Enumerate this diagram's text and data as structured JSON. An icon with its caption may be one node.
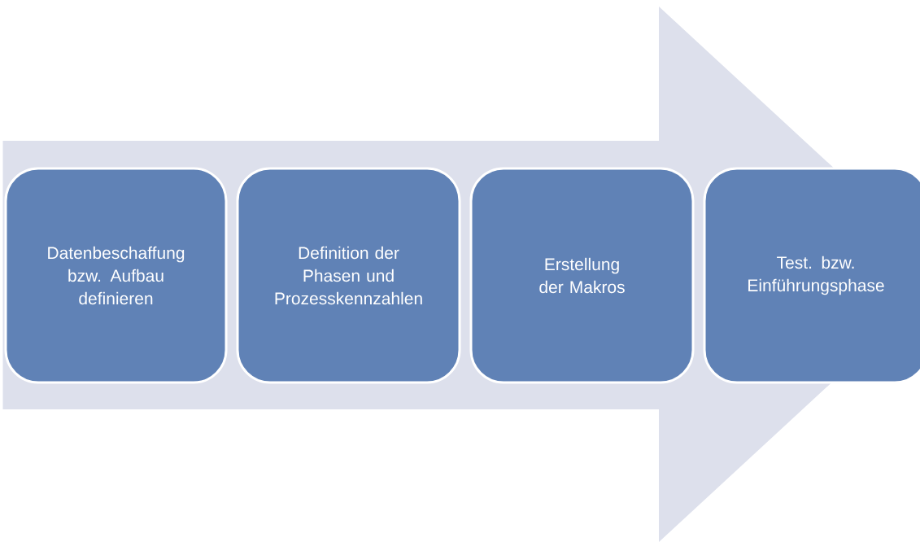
{
  "diagram": {
    "nodes": [
      {
        "text": [
          "Datenbeschaffung bzw. Aufbau definieren"
        ]
      },
      {
        "text": [
          "Definition der Phasen und Prozesskennzahlen"
        ]
      },
      {
        "text": [
          "Erstellung der Makros"
        ]
      },
      {
        "text": [
          "Test. bzw. Einführungsphase"
        ]
      }
    ],
    "edges": [
      {
        "from": 0,
        "to": 3,
        "arrow": "to"
      }
    ]
  }
}
